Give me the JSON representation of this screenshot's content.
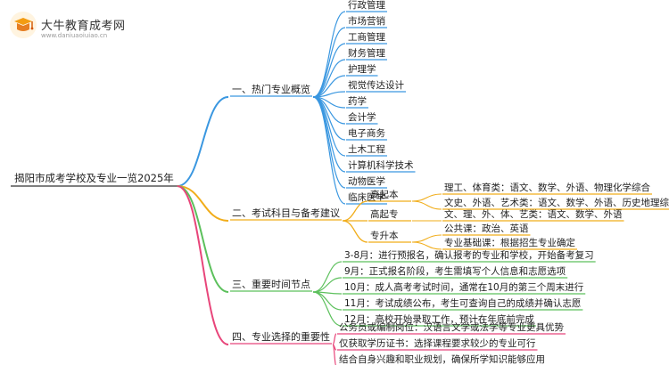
{
  "logo": {
    "title": "大牛教育成考网",
    "url": "www.daniuaoiuiao.cn"
  },
  "mindmap": {
    "root": "揭阳市成考学校及专业一览2025年",
    "branches": [
      {
        "label": "一、热门专业概览",
        "color": "#3a97e0",
        "children": [
          {
            "label": "行政管理"
          },
          {
            "label": "市场营销"
          },
          {
            "label": "工商管理"
          },
          {
            "label": "财务管理"
          },
          {
            "label": "护理学"
          },
          {
            "label": "视觉传达设计"
          },
          {
            "label": "药学"
          },
          {
            "label": "会计学"
          },
          {
            "label": "电子商务"
          },
          {
            "label": "土木工程"
          },
          {
            "label": "计算机科学技术"
          },
          {
            "label": "动物医学"
          },
          {
            "label": "临床医学"
          }
        ]
      },
      {
        "label": "二、考试科目与备考建议",
        "color": "#f1ad1a",
        "children": [
          {
            "label": "高起本",
            "children": [
              {
                "label": "理工、体育类：语文、数学、外语、物理化学综合"
              },
              {
                "label": "文史、外语、艺术类：语文、数学、外语、历史地理综合"
              }
            ]
          },
          {
            "label": "高起专",
            "children": [
              {
                "label": "文、理、外、体、艺类：语文、数学、外语"
              }
            ]
          },
          {
            "label": "专升本",
            "children": [
              {
                "label": "公共课：政治、英语"
              },
              {
                "label": "专业基础课：根据招生专业确定"
              }
            ]
          }
        ]
      },
      {
        "label": "三、重要时间节点",
        "color": "#5cc05c",
        "children": [
          {
            "label": "3-8月：进行预报名，确认报考的专业和学校，开始备考复习"
          },
          {
            "label": "9月：正式报名阶段，考生需填写个人信息和志愿选项"
          },
          {
            "label": "10月：成人高考考试时间，通常在10月的第三个周末进行"
          },
          {
            "label": "11月：考试成绩公布，考生可查询自己的成绩并确认志愿"
          },
          {
            "label": "12月：高校开始录取工作，预计在年底前完成"
          }
        ]
      },
      {
        "label": "四、专业选择的重要性",
        "color": "#e8457a",
        "children": [
          {
            "label": "公务员或编制岗位：汉语言文学或法学等专业更具优势"
          },
          {
            "label": "仅获取学历证书：选择课程要求较少的专业可行"
          },
          {
            "label": "结合自身兴趣和职业规划，确保所学知识能够应用"
          }
        ]
      }
    ]
  }
}
